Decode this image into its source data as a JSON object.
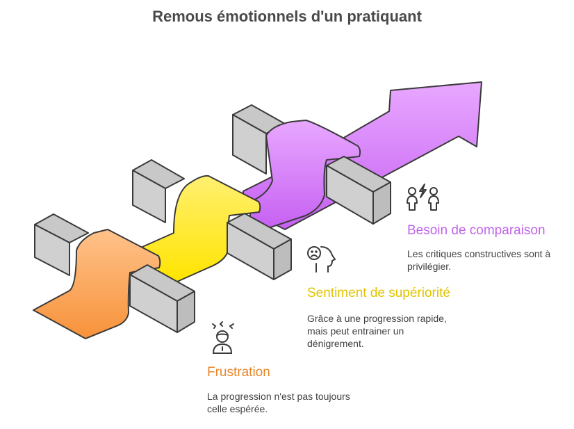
{
  "title": "Remous émotionnels d'un pratiquant",
  "colors": {
    "frustration": "#e8872c",
    "superiority": "#e0c400",
    "comparison": "#c064e8",
    "block_fill": "#d3d3d3",
    "outline": "#3a3a3a"
  },
  "stages": [
    {
      "title": "Frustration",
      "description": "La progression n'est pas toujours celle espérée.",
      "icon": "frustrated-person-icon"
    },
    {
      "title": "Sentiment de supériorité",
      "description": "Grâce à une progression rapide, mais peut entrainer un dénigrement.",
      "icon": "sad-head-icon"
    },
    {
      "title": "Besoin de comparaison",
      "description": "Les critiques constructives sont à privilégier.",
      "icon": "people-conflict-icon"
    }
  ]
}
